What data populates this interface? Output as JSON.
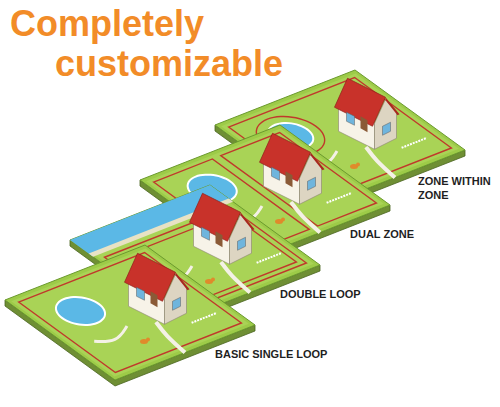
{
  "diagram": {
    "title": "Completely customizable",
    "labels": [
      "ZONE WITHIN ZONE",
      "DUAL ZONE",
      "DOUBLE LOOP",
      "BASIC SINGLE LOOP"
    ]
  }
}
